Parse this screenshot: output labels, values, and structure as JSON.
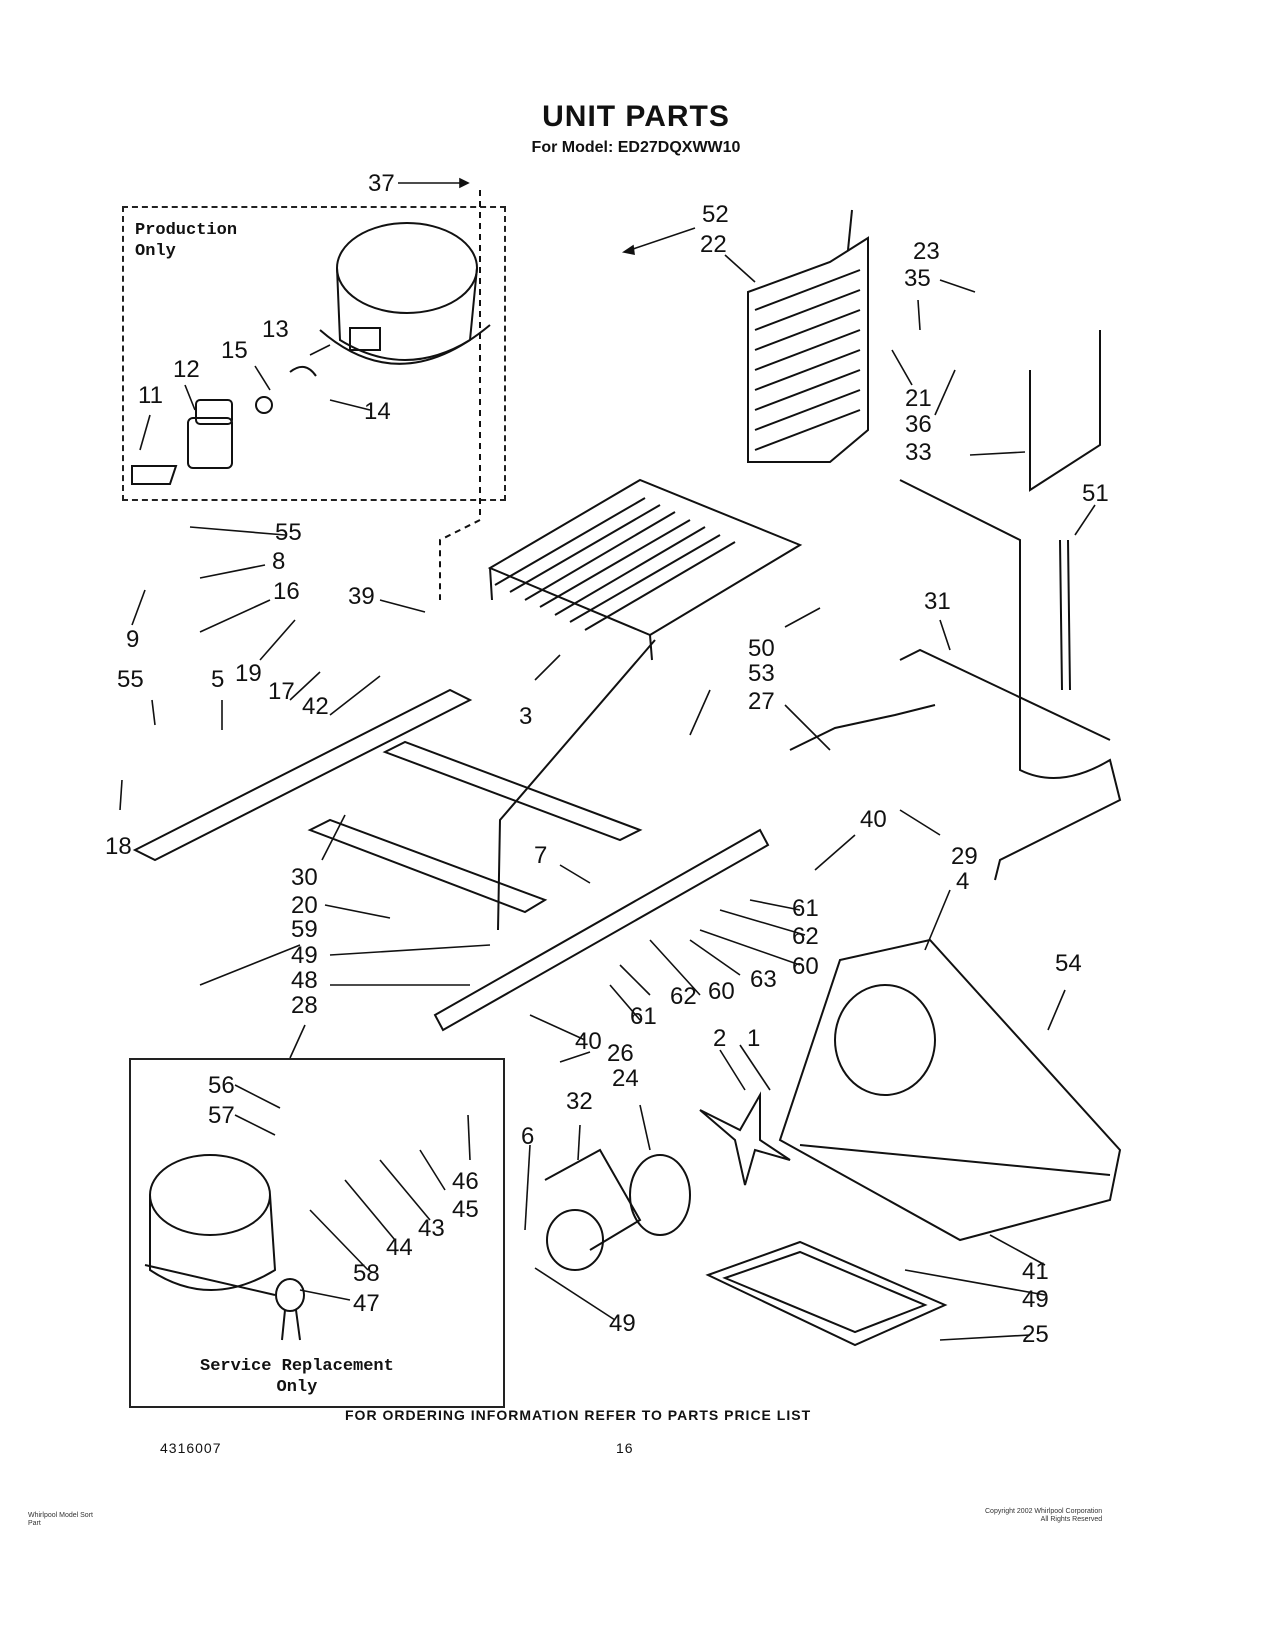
{
  "title": "UNIT PARTS",
  "subtitle": "For Model: ED27DQXWW10",
  "production_box_label": "Production\nOnly",
  "service_box_label": "Service Replacement\nOnly",
  "footer_note": "FOR ORDERING INFORMATION REFER TO PARTS PRICE LIST",
  "doc_number": "4316007",
  "page_number": "16",
  "fine_print_left": "Whirlpool Model Sort\nPart",
  "fine_print_right": "Copyright 2002 Whirlpool Corporation\nAll Rights Reserved",
  "callouts": [
    "37",
    "52",
    "22",
    "23",
    "35",
    "13",
    "15",
    "12",
    "11",
    "14",
    "21",
    "36",
    "33",
    "51",
    "55",
    "8",
    "16",
    "39",
    "9",
    "19",
    "17",
    "42",
    "5",
    "55",
    "50",
    "53",
    "27",
    "31",
    "3",
    "40",
    "18",
    "30",
    "29",
    "7",
    "4",
    "20",
    "59",
    "61",
    "62",
    "49",
    "60",
    "63",
    "48",
    "62",
    "60",
    "61",
    "54",
    "28",
    "40",
    "26",
    "56",
    "2",
    "1",
    "57",
    "24",
    "32",
    "6",
    "46",
    "45",
    "43",
    "44",
    "58",
    "47",
    "41",
    "49",
    "49",
    "25"
  ]
}
